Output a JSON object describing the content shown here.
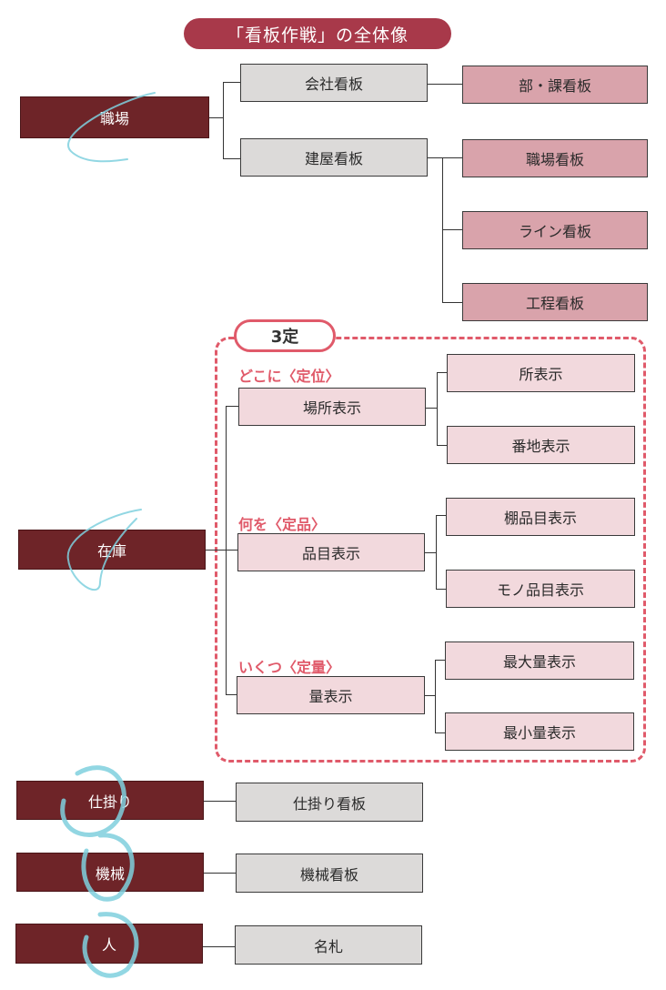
{
  "title": "「看板作戦」の全体像",
  "colors": {
    "category": "#6e2428",
    "title_pill": "#a8394a",
    "level1_gray": "#dcdad9",
    "level2_rose": "#d9a3ab",
    "three_s_pink": "#f2d9dd",
    "dashed_accent": "#e05a6a",
    "scribble": "#7fd0de"
  },
  "categories": {
    "workplace": {
      "label": "職場",
      "children": [
        {
          "label": "会社看板",
          "children": [
            "部・課看板"
          ]
        },
        {
          "label": "建屋看板",
          "children": [
            "職場看板",
            "ライン看板",
            "工程看板"
          ]
        }
      ]
    },
    "inventory": {
      "label": "在庫",
      "frame_label": "3定",
      "groups": [
        {
          "heading": "どこに〈定位〉",
          "label": "場所表示",
          "children": [
            "所表示",
            "番地表示"
          ]
        },
        {
          "heading": "何を〈定品〉",
          "label": "品目表示",
          "children": [
            "棚品目表示",
            "モノ品目表示"
          ]
        },
        {
          "heading": "いくつ〈定量〉",
          "label": "量表示",
          "children": [
            "最大量表示",
            "最小量表示"
          ]
        }
      ]
    },
    "wip": {
      "label": "仕掛り",
      "child": "仕掛り看板"
    },
    "machine": {
      "label": "機械",
      "child": "機械看板"
    },
    "people": {
      "label": "人",
      "child": "名札"
    }
  }
}
